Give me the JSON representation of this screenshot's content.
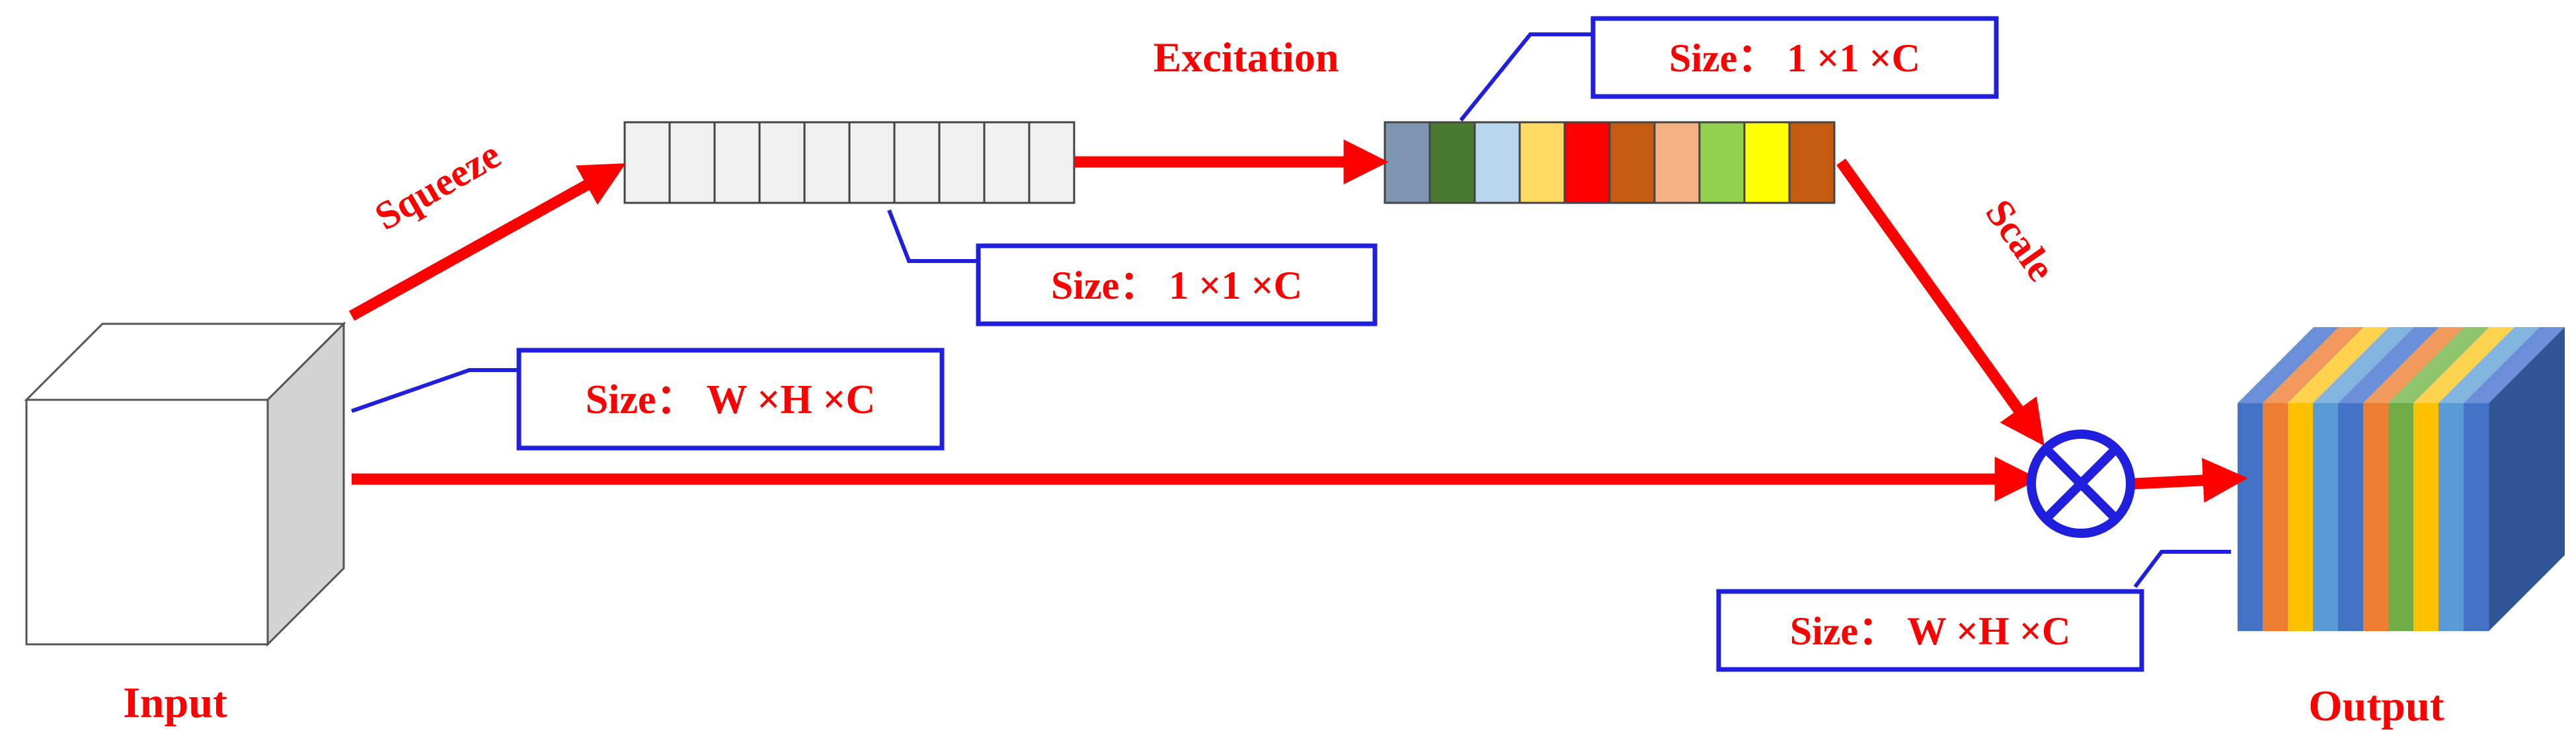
{
  "labels": {
    "input": "Input",
    "output": "Output",
    "squeeze": "Squeeze",
    "excitation": "Excitation",
    "scale": "Scale"
  },
  "size_boxes": {
    "input_size": "Size： W ×H ×C",
    "squeeze_size": "Size： 1 ×1 ×C",
    "excitation_size": "Size： 1 ×1 ×C",
    "output_size": "Size： W ×H ×C"
  },
  "squeeze_vector": {
    "cells": 10,
    "cell_color": "#f0f0f0"
  },
  "excitation_vector": {
    "colors": [
      "#7f96b2",
      "#4a7a30",
      "#b8d6ec",
      "#ffd966",
      "#ff0000",
      "#c55a11",
      "#f4b183",
      "#92d050",
      "#ffff00",
      "#c55a11"
    ]
  },
  "output_block": {
    "stripe_colors": [
      "#4472c4",
      "#ed7d31",
      "#ffc000",
      "#5b9bd5",
      "#4472c4",
      "#ed7d31",
      "#70ad47",
      "#ffc000",
      "#5b9bd5",
      "#4472c4"
    ],
    "top_colors": [
      "#6a8fd8",
      "#f29a5e",
      "#ffd24d",
      "#82b4e0",
      "#6a8fd8",
      "#f29a5e",
      "#8fc46c",
      "#ffd24d",
      "#82b4e0",
      "#6a8fd8"
    ],
    "side_color": "#2f5597"
  },
  "colors": {
    "arrow": "#ff0000",
    "label_text": "#ff0000",
    "box_border": "#1f1fdd",
    "box_text": "#ff0000",
    "operator": "#1f1fdd",
    "cube_front": "#ffffff",
    "cube_top": "#ffffff",
    "cube_side": "#d3d3d3",
    "cube_edge": "#555555"
  },
  "operator": {
    "symbol": "multiply-circle-icon"
  }
}
